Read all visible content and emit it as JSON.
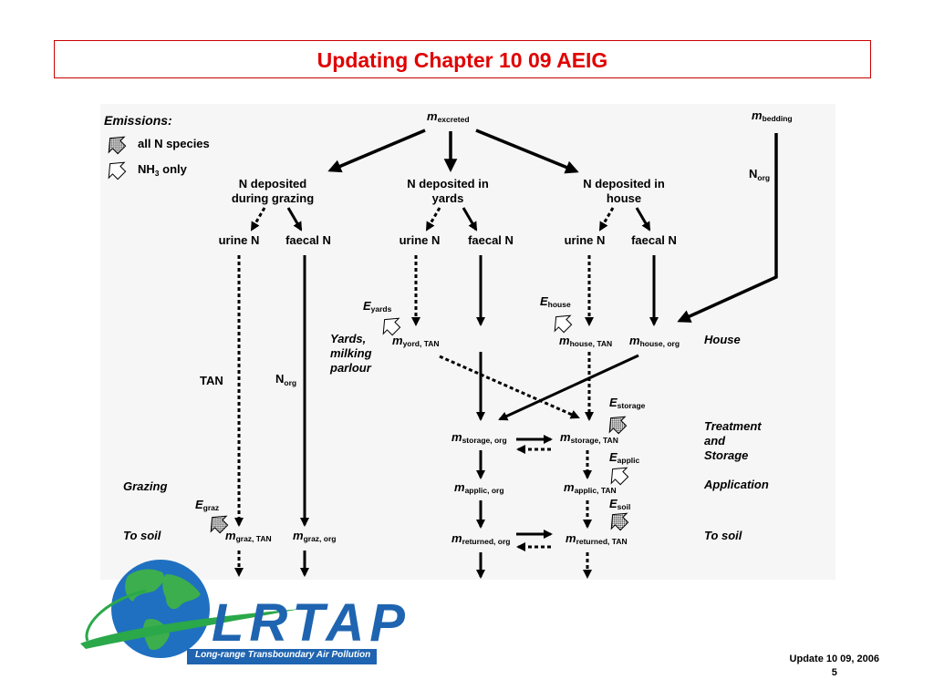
{
  "title": "Updating Chapter 10 09 AEIG",
  "legend": {
    "heading": "Emissions:",
    "all_n": "all N species",
    "nh3_main": "NH",
    "nh3_sub": "3",
    "nh3_rest": " only"
  },
  "nodes": {
    "m_excreted": {
      "main": "m",
      "sub": "excreted"
    },
    "m_bedding": {
      "main": "m",
      "sub": "bedding"
    },
    "n_org_top": {
      "main": "N",
      "sub": "org"
    },
    "deposited_grazing": [
      "N deposited",
      "during grazing"
    ],
    "deposited_yards": [
      "N deposited in",
      "yards"
    ],
    "deposited_house": [
      "N deposited in",
      "house"
    ],
    "urine_n": "urine N",
    "faecal_n": "faecal N",
    "e_yards": {
      "main": "E",
      "sub": "yards"
    },
    "e_house": {
      "main": "E",
      "sub": "house"
    },
    "m_yord_tan": {
      "main": "m",
      "sub": "yord, TAN"
    },
    "m_house_tan": {
      "main": "m",
      "sub": "house, TAN"
    },
    "m_house_org": {
      "main": "m",
      "sub": "house, org"
    },
    "tan": "TAN",
    "n_org_mid": {
      "main": "N",
      "sub": "org"
    },
    "e_storage": {
      "main": "E",
      "sub": "storage"
    },
    "m_storage_org": {
      "main": "m",
      "sub": "storage, org"
    },
    "m_storage_tan": {
      "main": "m",
      "sub": "storage, TAN"
    },
    "e_applic": {
      "main": "E",
      "sub": "applic"
    },
    "m_applic_org": {
      "main": "m",
      "sub": "applic, org"
    },
    "m_applic_tan": {
      "main": "m",
      "sub": "applic, TAN"
    },
    "e_soil": {
      "main": "E",
      "sub": "soil"
    },
    "e_graz": {
      "main": "E",
      "sub": "graz"
    },
    "m_graz_tan": {
      "main": "m",
      "sub": "graz, TAN"
    },
    "m_graz_org": {
      "main": "m",
      "sub": "graz, org"
    },
    "m_returned_org": {
      "main": "m",
      "sub": "returned, org"
    },
    "m_returned_tan": {
      "main": "m",
      "sub": "returned, TAN"
    }
  },
  "stages": {
    "yards": [
      "Yards,",
      "milking",
      "parlour"
    ],
    "house": "House",
    "treatment": [
      "Treatment",
      "and",
      "Storage"
    ],
    "application": "Application",
    "grazing": "Grazing",
    "to_soil_left": "To soil",
    "to_soil_right": "To soil"
  },
  "logo": {
    "word": "LRTAP",
    "tagline": "Long-range Transboundary Air Pollution",
    "colors": {
      "blue": "#1f64b0",
      "green": "#2aa84a"
    }
  },
  "footer": {
    "date": "Update 10 09, 2006",
    "page": "5"
  },
  "colors": {
    "title": "#e00000",
    "border": "#cc0000",
    "panel": "#f6f6f6"
  }
}
